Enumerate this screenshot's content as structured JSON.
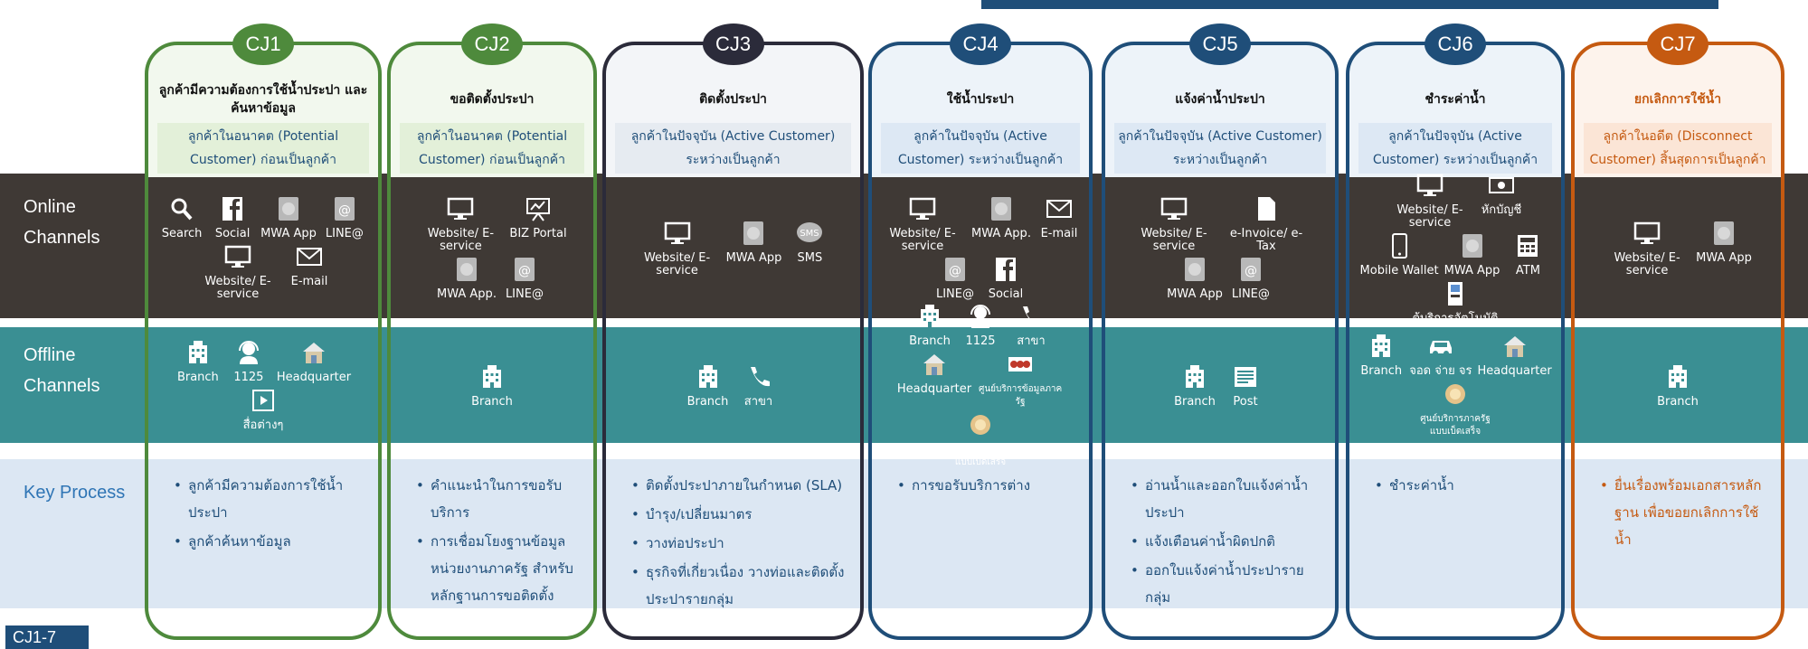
{
  "bands": {
    "online": "Online\nChannels",
    "offline": "Offline\nChannels",
    "key_process": "Key Process"
  },
  "legend": "CJ1-7",
  "colors": {
    "online_band": "#3f3935",
    "offline_band": "#3a8f93",
    "key_band": "#dce7f3",
    "key_label": "#2f75b5"
  },
  "columns": [
    {
      "badge": "CJ1",
      "color": "#4e8a3c",
      "segment_bg": "#e3f0d9",
      "col_bg": "#f2f8ee",
      "stage": "ลูกค้ามีความต้องการใช้น้ำประปา และ ค้นหาข้อมูล",
      "segment": "ลูกค้าในอนาคต (Potential Customer) ก่อนเป็นลูกค้า",
      "online": [
        {
          "label": "Search",
          "icon": "search-icon"
        },
        {
          "label": "Social",
          "icon": "facebook-icon"
        },
        {
          "label": "MWA App",
          "icon": "app-icon"
        },
        {
          "label": "LINE@",
          "icon": "line-icon"
        },
        {
          "label": "Website/ E-service",
          "icon": "monitor-icon"
        },
        {
          "label": "E-mail",
          "icon": "mail-icon"
        }
      ],
      "offline": [
        {
          "label": "Branch",
          "icon": "building-icon"
        },
        {
          "label": "1125",
          "icon": "headset-icon"
        },
        {
          "label": "Headquarter",
          "icon": "house-icon"
        },
        {
          "label": "สื่อต่างๆ",
          "icon": "media-icon"
        }
      ],
      "key_process": [
        "ลูกค้ามีความต้องการใช้น้ำประปา",
        "ลูกค้าค้นหาข้อมูล"
      ]
    },
    {
      "badge": "CJ2",
      "color": "#4e8a3c",
      "segment_bg": "#e3f0d9",
      "col_bg": "#f2f8ee",
      "stage": "ขอติดตั้งประปา",
      "segment": "ลูกค้าในอนาคต (Potential Customer) ก่อนเป็นลูกค้า",
      "online": [
        {
          "label": "Website/ E-service",
          "icon": "monitor-icon"
        },
        {
          "label": "BIZ Portal",
          "icon": "presentation-icon"
        },
        {
          "label": "MWA App.",
          "icon": "app-icon"
        },
        {
          "label": "LINE@",
          "icon": "line-icon"
        }
      ],
      "offline": [
        {
          "label": "Branch",
          "icon": "building-icon"
        }
      ],
      "key_process": [
        "คำแนะนำในการขอรับบริการ",
        "การเชื่อมโยงฐานข้อมูลหน่วยงานภาครัฐ สำหรับหลักฐานการขอติดตั้ง"
      ]
    },
    {
      "badge": "CJ3",
      "color": "#2b2b3a",
      "segment_bg": "#e6ebf1",
      "col_bg": "#f3f5f8",
      "stage": "ติดตั้งประปา",
      "segment": "ลูกค้าในปัจจุบัน (Active Customer) ระหว่างเป็นลูกค้า",
      "online": [
        {
          "label": "Website/ E-service",
          "icon": "monitor-icon"
        },
        {
          "label": "MWA App",
          "icon": "app-icon"
        },
        {
          "label": "SMS",
          "icon": "sms-icon"
        }
      ],
      "offline": [
        {
          "label": "Branch",
          "icon": "building-icon"
        },
        {
          "label": "สาขา",
          "icon": "phone-icon"
        }
      ],
      "key_process": [
        "ติดตั้งประปาภายในกำหนด (SLA)",
        "บำรุง/เปลี่ยนมาตร",
        "วางท่อประปา",
        "ธุรกิจที่เกี่ยวเนื่อง วางท่อและติดตั้งประปารายกลุ่ม"
      ]
    },
    {
      "badge": "CJ4",
      "color": "#1f4e79",
      "segment_bg": "#dde8f4",
      "col_bg": "#edf3f9",
      "stage": "ใช้น้ำประปา",
      "segment": "ลูกค้าในปัจจุบัน (Active Customer) ระหว่างเป็นลูกค้า",
      "online": [
        {
          "label": "Website/ E-service",
          "icon": "monitor-icon"
        },
        {
          "label": "MWA App.",
          "icon": "app-icon"
        },
        {
          "label": "E-mail",
          "icon": "mail-icon"
        },
        {
          "label": "LINE@",
          "icon": "line-icon"
        },
        {
          "label": "Social",
          "icon": "facebook-icon"
        }
      ],
      "offline": [
        {
          "label": "Branch",
          "icon": "building-icon"
        },
        {
          "label": "1125",
          "icon": "headset-icon"
        },
        {
          "label": "สาขา",
          "icon": "phone-icon"
        },
        {
          "label": "Headquarter",
          "icon": "house-icon"
        },
        {
          "label": "ศูนย์บริการข้อมูลภาครัฐ",
          "icon": "gov-center-icon"
        },
        {
          "label": "ศูนย์บริการภาครัฐแบบเบ็ดเสร็จ",
          "icon": "seal-icon"
        }
      ],
      "key_process": [
        "การขอรับบริการต่าง"
      ]
    },
    {
      "badge": "CJ5",
      "color": "#1f4e79",
      "segment_bg": "#dde8f4",
      "col_bg": "#edf3f9",
      "stage": "แจ้งค่าน้ำประปา",
      "segment": "ลูกค้าในปัจจุบัน (Active Customer) ระหว่างเป็นลูกค้า",
      "online": [
        {
          "label": "Website/ E-service",
          "icon": "monitor-icon"
        },
        {
          "label": "e-Invoice/ e-Tax",
          "icon": "document-icon"
        },
        {
          "label": "MWA App",
          "icon": "app-icon"
        },
        {
          "label": "LINE@",
          "icon": "line-icon"
        }
      ],
      "offline": [
        {
          "label": "Branch",
          "icon": "building-icon"
        },
        {
          "label": "Post",
          "icon": "newspaper-icon"
        }
      ],
      "key_process": [
        "อ่านน้ำและออกใบแจ้งค่าน้ำประปา",
        "แจ้งเตือนค่าน้ำผิดปกติ",
        "ออกใบแจ้งค่าน้ำประปารายกลุ่ม"
      ]
    },
    {
      "badge": "CJ6",
      "color": "#1f4e79",
      "segment_bg": "#dde8f4",
      "col_bg": "#edf3f9",
      "stage": "ชำระค่าน้ำ",
      "segment": "ลูกค้าในปัจจุบัน (Active Customer) ระหว่างเป็นลูกค้า",
      "online": [
        {
          "label": "Website/ E-service",
          "icon": "monitor-icon"
        },
        {
          "label": "หักบัญชี",
          "icon": "money-icon"
        },
        {
          "label": "Mobile Wallet",
          "icon": "mobile-icon"
        },
        {
          "label": "MWA App",
          "icon": "app-icon"
        },
        {
          "label": "ATM",
          "icon": "atm-icon"
        },
        {
          "label": "ตู้บริการอัตโนมัติ",
          "icon": "kiosk-icon"
        }
      ],
      "offline": [
        {
          "label": "Branch",
          "icon": "building-icon"
        },
        {
          "label": "จอด จ่าย จร",
          "icon": "car-icon"
        },
        {
          "label": "Headquarter",
          "icon": "house-icon"
        },
        {
          "label": "ศูนย์บริการภาครัฐแบบเบ็ดเสร็จ",
          "icon": "seal-icon"
        }
      ],
      "key_process": [
        "ชำระค่าน้ำ"
      ]
    },
    {
      "badge": "CJ7",
      "color": "#c55a11",
      "segment_bg": "#fbe5d6",
      "col_bg": "#fdf3ec",
      "stage": "ยกเลิกการใช้น้ำ",
      "segment": "ลูกค้าในอดีต (Disconnect Customer) สิ้นสุดการเป็นลูกค้า",
      "online": [
        {
          "label": "Website/ E-service",
          "icon": "monitor-icon"
        },
        {
          "label": "MWA App",
          "icon": "app-icon"
        }
      ],
      "offline": [
        {
          "label": "Branch",
          "icon": "building-icon"
        }
      ],
      "key_process": [
        "ยื่นเรื่องพร้อมเอกสารหลักฐาน เพื่อขอยกเลิกการใช้น้ำ"
      ]
    }
  ]
}
